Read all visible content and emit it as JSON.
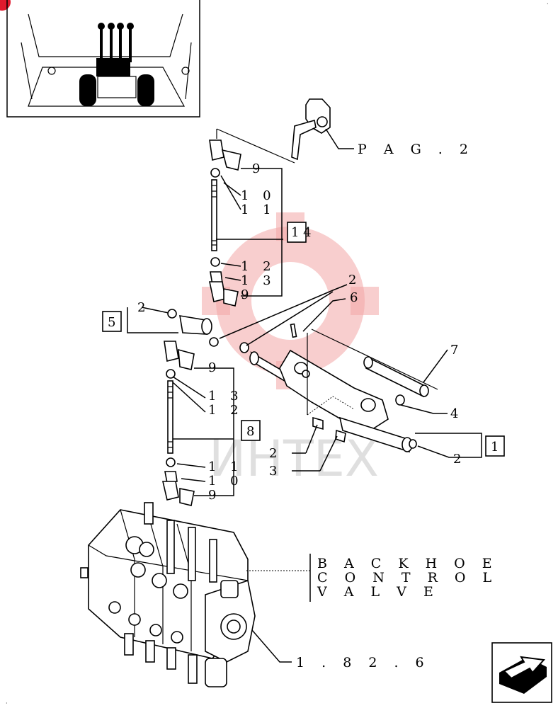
{
  "watermark": {
    "text": "ИНТЕХ"
  },
  "reference": {
    "page_label": "P A G .   2",
    "group_ref": "1 . 8 2 . 6"
  },
  "valve_label": {
    "line1": "B A C K H O E",
    "line2": "C O N T R O L",
    "line3": "V A L V E"
  },
  "callouts": {
    "c1": "1",
    "c2a": "2",
    "c2b": "2",
    "c2c": "2",
    "c2d": "2",
    "c3": "3",
    "c4": "4",
    "c5": "5",
    "c6": "6",
    "c7": "7",
    "c8": "8",
    "c9a": "9",
    "c9b": "9",
    "c9c": "9",
    "c9d": "9",
    "c10a": "1 0",
    "c10b": "1 0",
    "c11a": "1 1",
    "c11b": "1 1",
    "c12a": "1 2",
    "c12b": "1 2",
    "c13a": "1 3",
    "c13b": "1 3",
    "c14": "1 4"
  },
  "icons": {
    "next_page": "arrow-next-page-icon",
    "thumbnail": "cab-levers-thumbnail"
  }
}
